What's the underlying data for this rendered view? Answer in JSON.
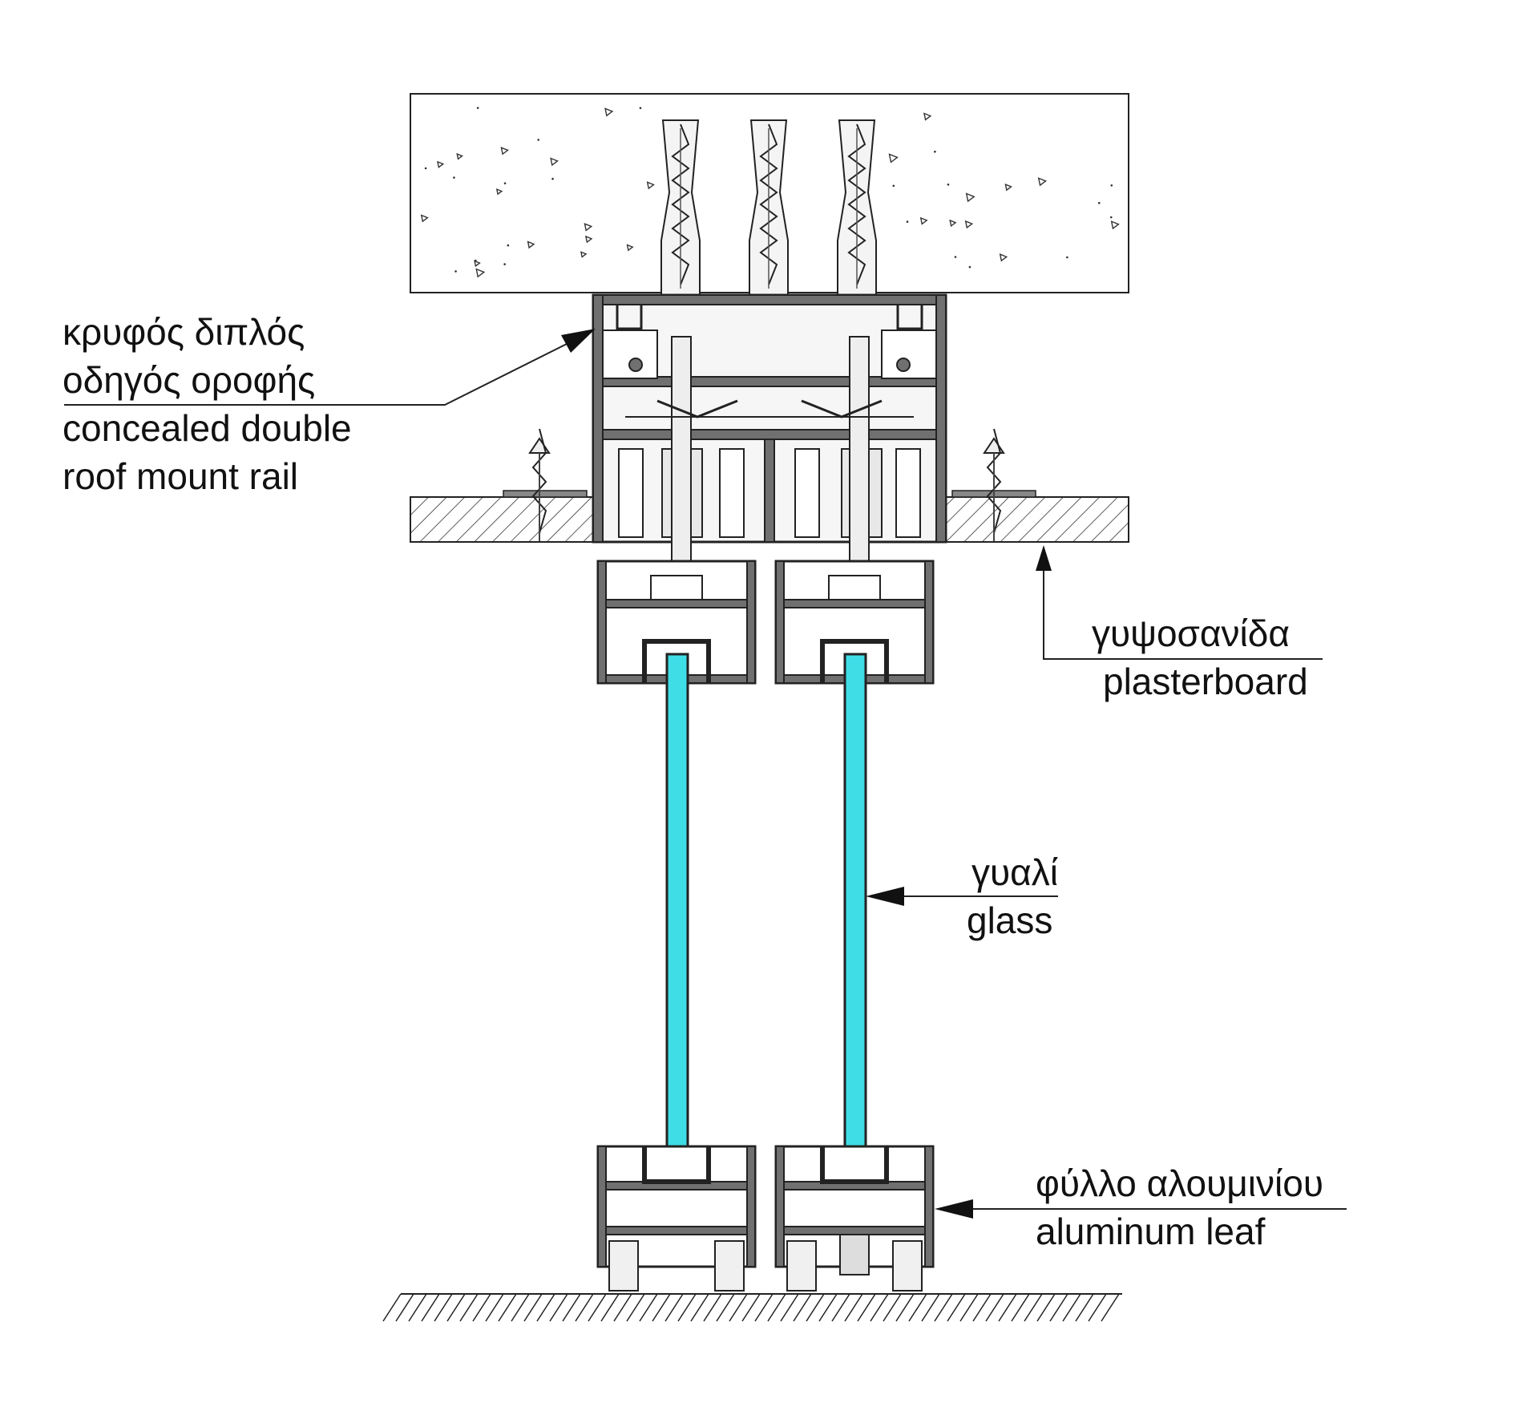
{
  "colors": {
    "glass": "#3fdde6",
    "profile": "#707070",
    "outline": "#222222",
    "concrete": "#ffffff"
  },
  "labels": {
    "roof_rail": {
      "greek_line1": "κρυφός διπλός",
      "greek_line2": "οδηγός οροφής",
      "english_line1": "concealed double",
      "english_line2": "roof mount rail"
    },
    "plasterboard": {
      "greek": "γυψοσανίδα",
      "english": "plasterboard"
    },
    "glass": {
      "greek": "γυαλί",
      "english": "glass"
    },
    "aluminum_leaf": {
      "greek": "φύλλο αλουμινίου",
      "english": "aluminum leaf"
    }
  },
  "icons": {
    "fixings": "screw-anchor-icon",
    "leader_arrow": "arrowhead-icon"
  }
}
